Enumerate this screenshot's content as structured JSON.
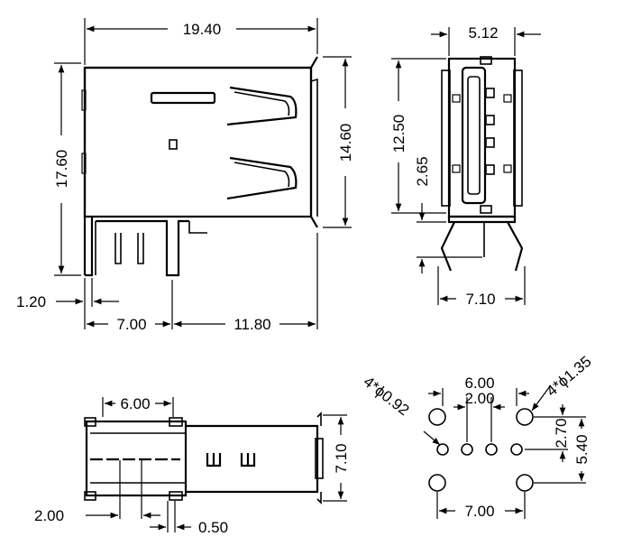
{
  "dimensions": {
    "side_width": "19.40",
    "side_height": "17.60",
    "side_inner_height": "14.60",
    "side_pin_offset": "1.20",
    "side_pin_span": "7.00",
    "side_body_offset": "11.80",
    "front_width": "5.12",
    "front_height": "12.50",
    "front_pin_height": "2.65",
    "front_pin_span": "7.10",
    "bottom_pin_span": "6.00",
    "bottom_pin_pitch": "2.00",
    "bottom_pin_width": "0.50",
    "bottom_height": "7.10",
    "footprint_inner_span": "6.00",
    "footprint_pitch": "2.00",
    "footprint_hole_small": "4*ϕ0.92",
    "footprint_hole_large": "4*ϕ1.35",
    "footprint_row_offset": "2.70",
    "footprint_height": "5.40",
    "footprint_outer_span": "7.00"
  }
}
